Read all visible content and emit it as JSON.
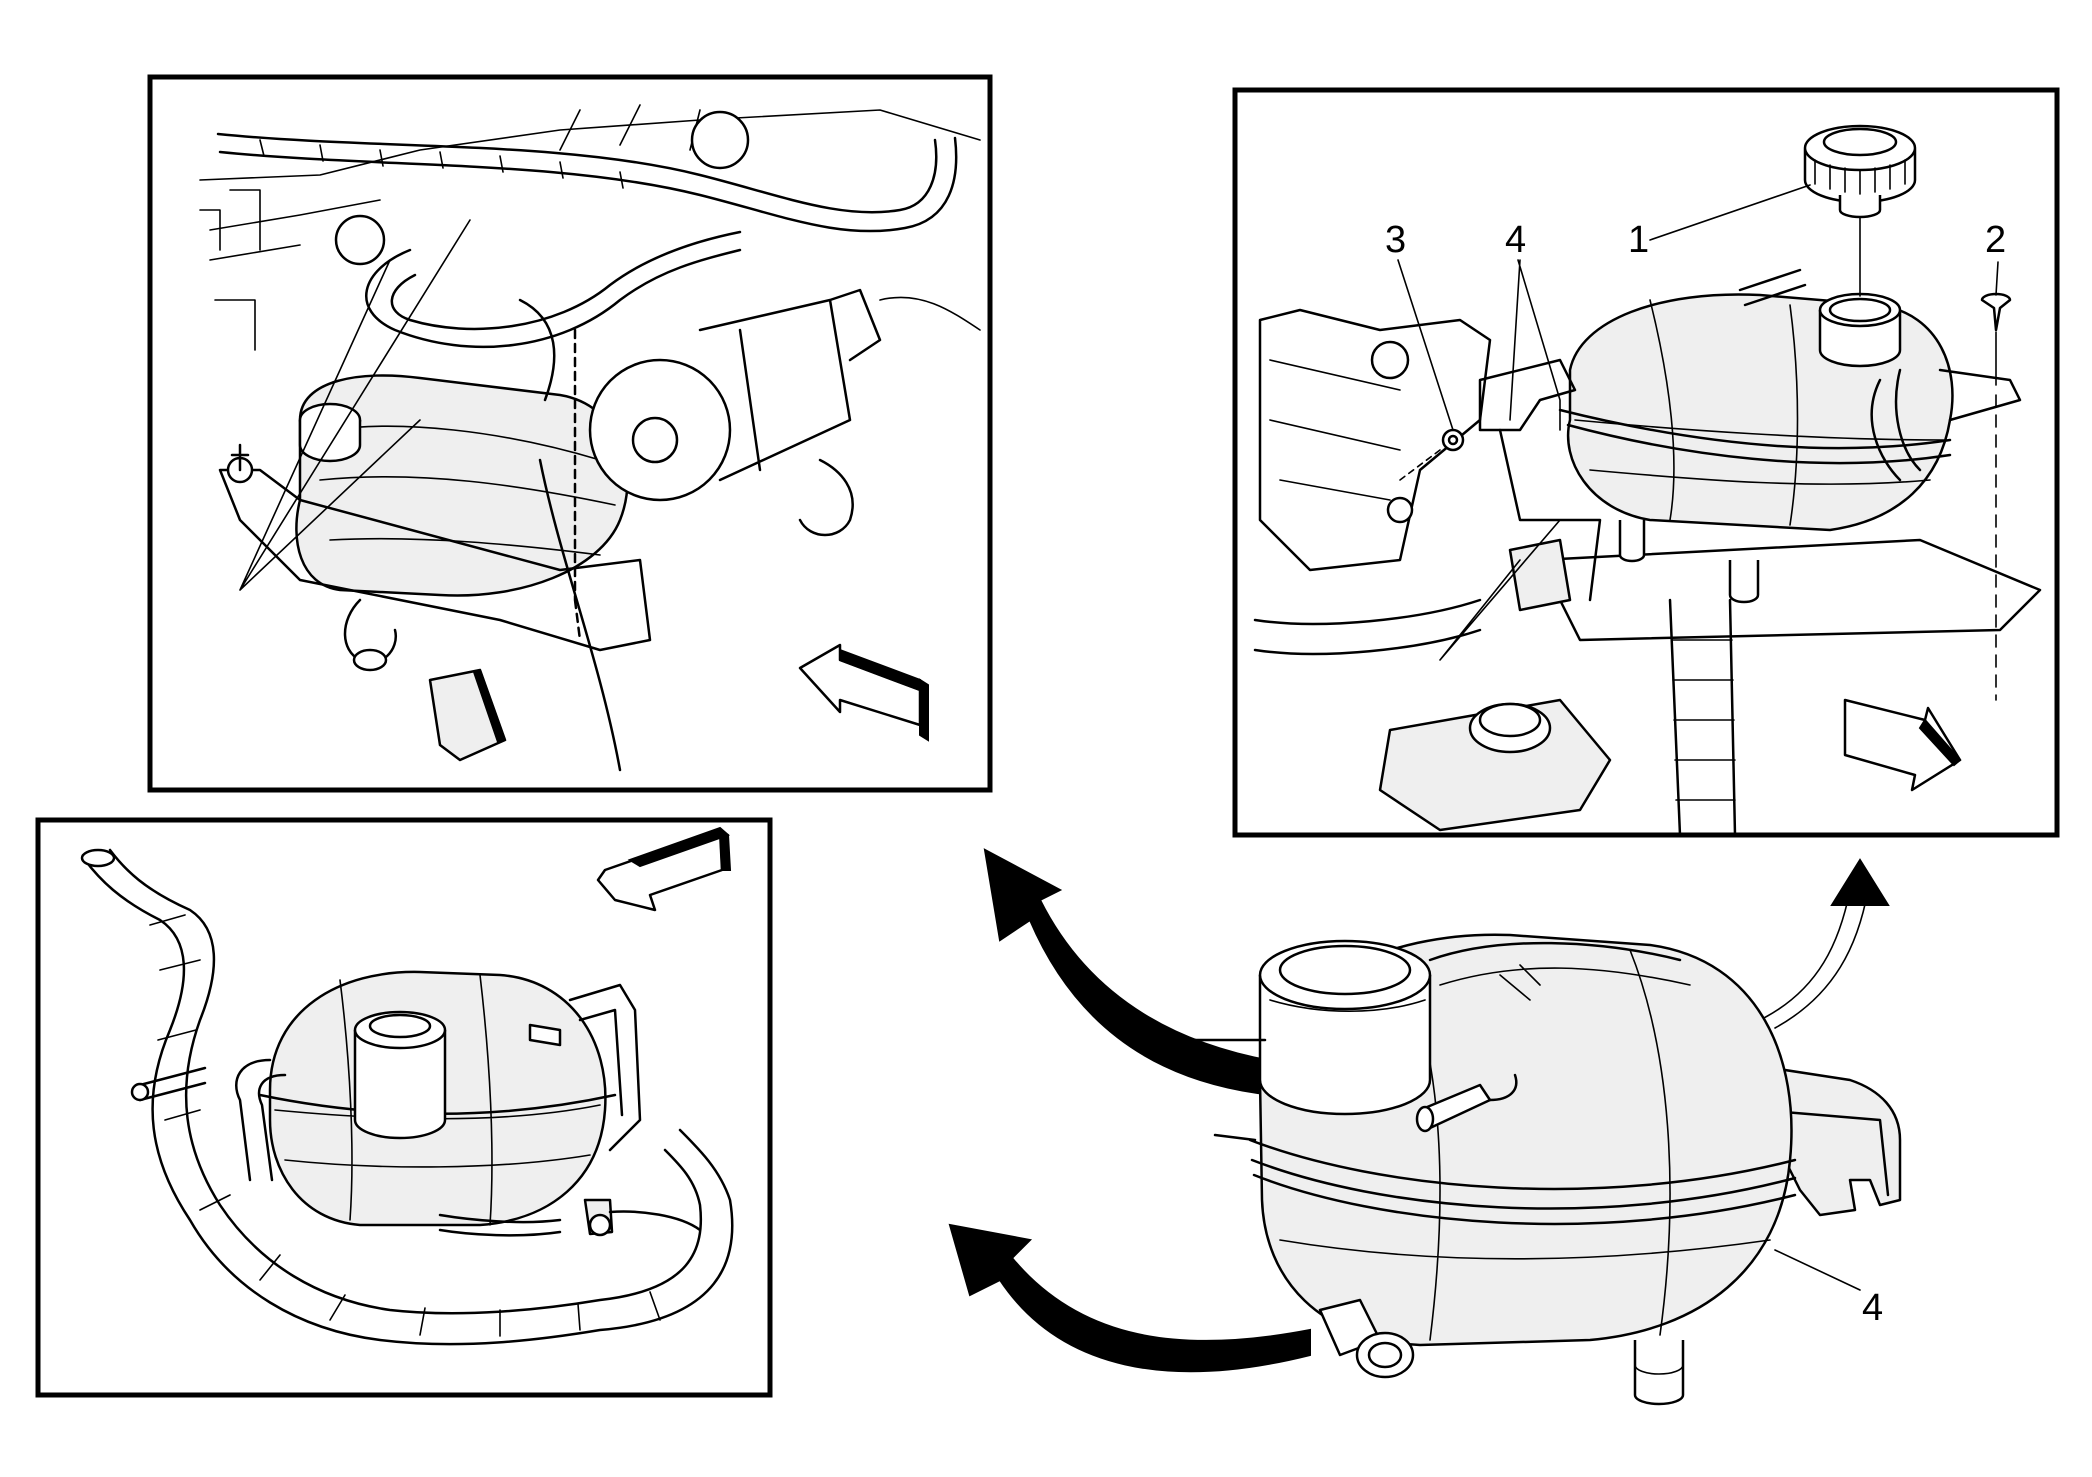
{
  "callouts": {
    "top_right": {
      "c1": "1",
      "c2": "2",
      "c3": "3",
      "c4": "4"
    },
    "main_tank": {
      "c4": "4"
    }
  }
}
